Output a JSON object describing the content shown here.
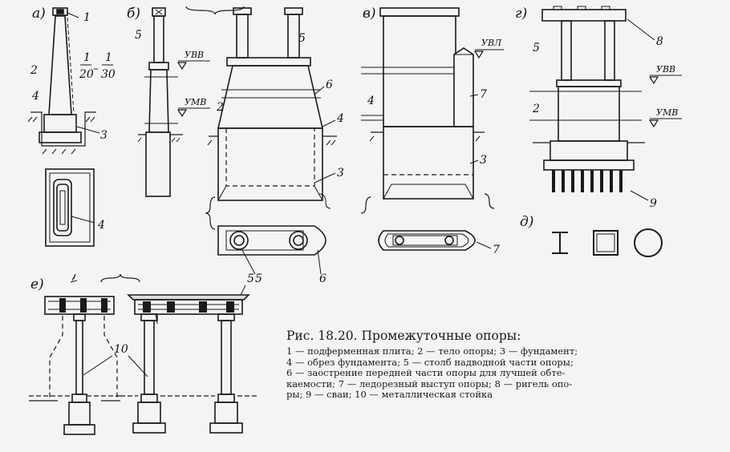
{
  "figure": {
    "subfigure_labels": [
      "а)",
      "б)",
      "в)",
      "г)",
      "д)",
      "е)"
    ],
    "water_levels": {
      "uvv": "УВВ",
      "umv": "УМВ",
      "uvl": "УВЛ"
    },
    "slope": {
      "num": "1",
      "den_left": "20",
      "dash": "–",
      "den_right": "30"
    },
    "part_labels": {
      "n1": "1",
      "n2": "2",
      "n3": "3",
      "n4": "4",
      "n5": "5",
      "n6": "6",
      "n7": "7",
      "n8": "8",
      "n9": "9",
      "n10": "10"
    }
  },
  "caption": {
    "title": "Рис. 18.20. Промежуточные опоры:",
    "lines": [
      "1 — подферменная плита; 2 — тело опоры; 3 — фундамент;",
      "4 — обрез фундамента; 5 — столб надводной части опоры;",
      "6 — заострение передней части опоры для лучшей обте-",
      "каемости; 7 — ледорезный выступ опоры; 8 — ригель опо-",
      "ры; 9 — сваи; 10 — металлическая стойка"
    ]
  }
}
